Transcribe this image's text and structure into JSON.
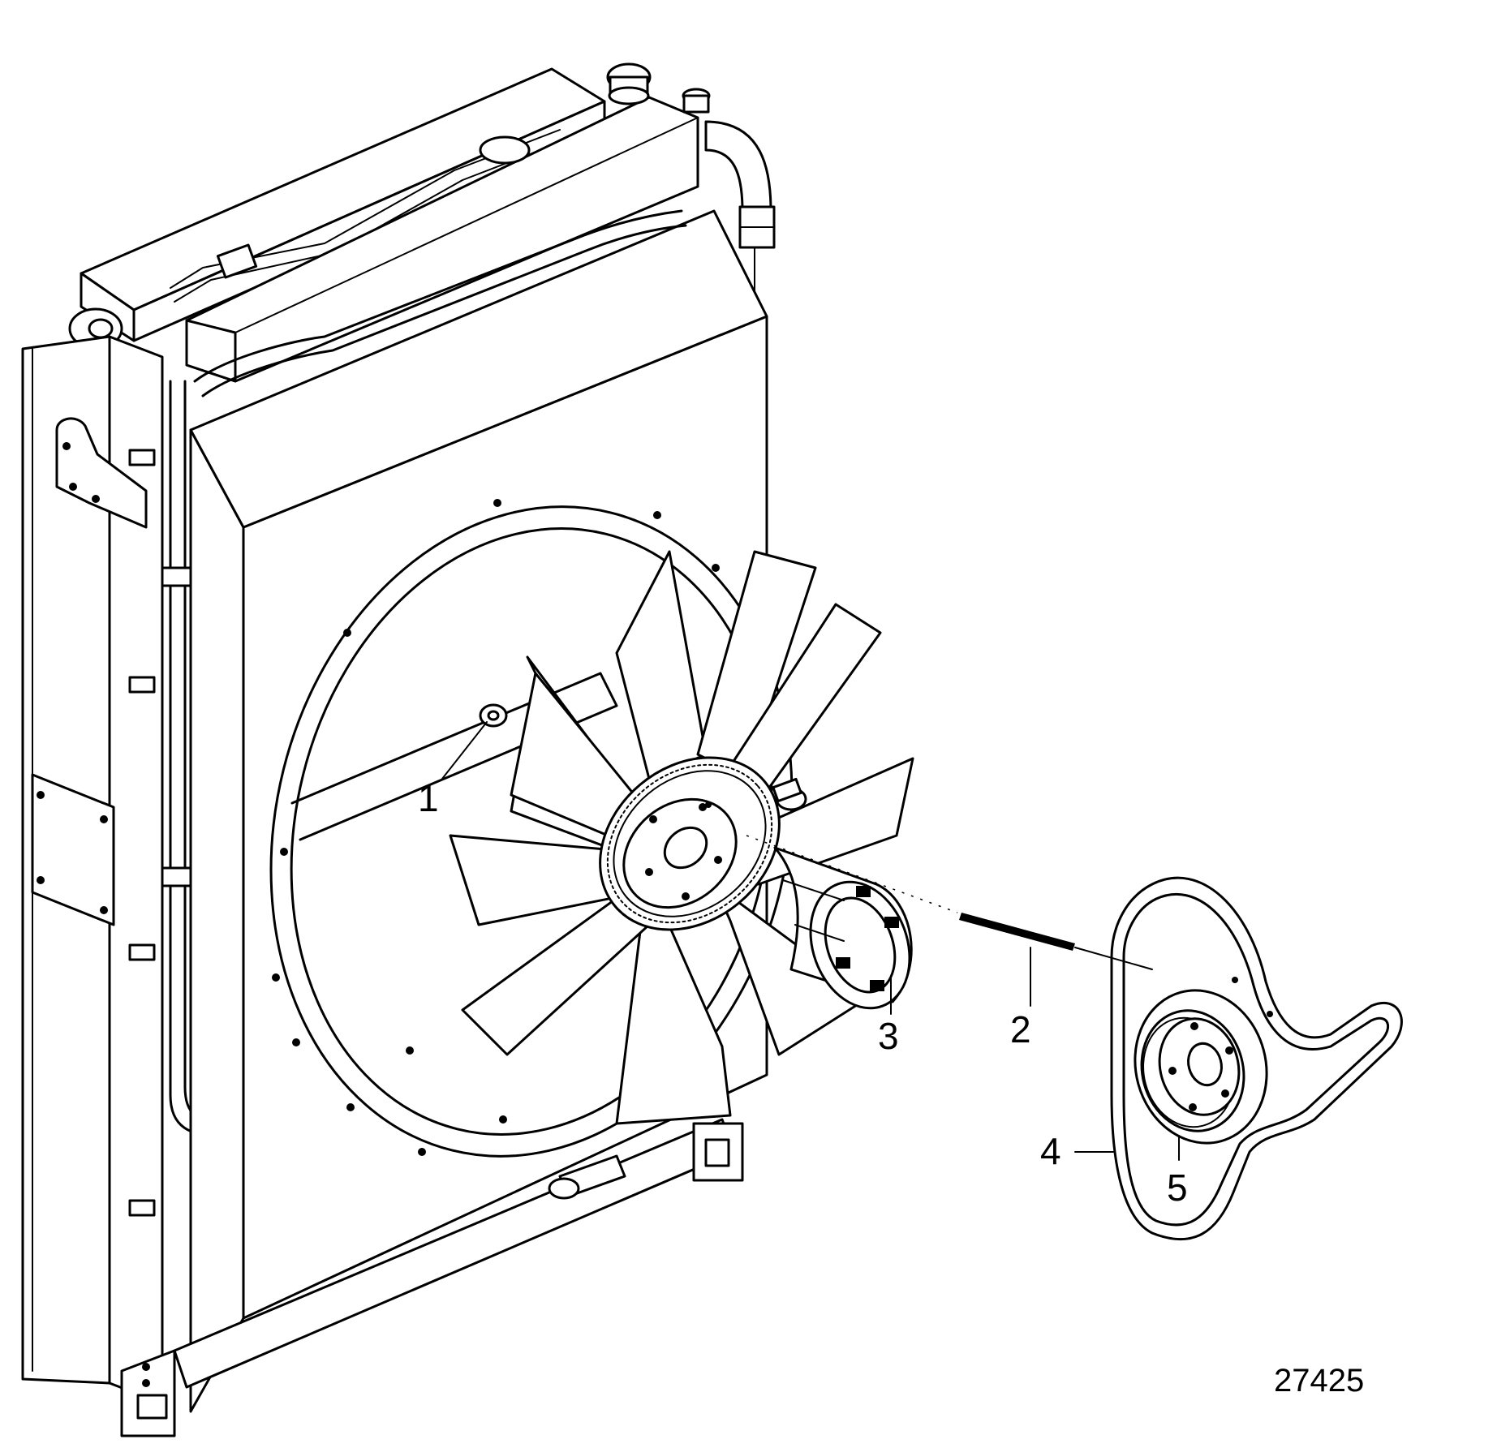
{
  "diagram": {
    "callouts": [
      {
        "id": "1",
        "label": "1"
      },
      {
        "id": "2",
        "label": "2"
      },
      {
        "id": "3",
        "label": "3"
      },
      {
        "id": "4",
        "label": "4"
      },
      {
        "id": "5",
        "label": "5"
      }
    ],
    "figure_number": "27425"
  }
}
